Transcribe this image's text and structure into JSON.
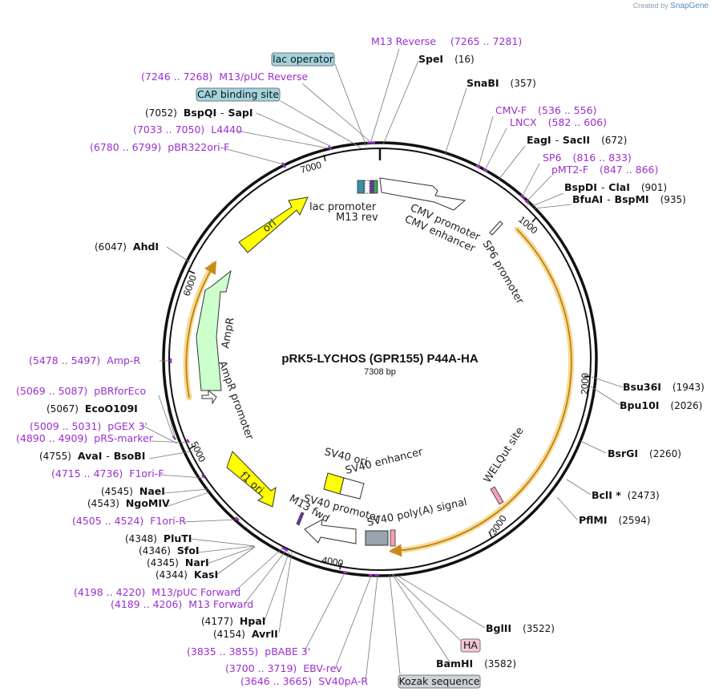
{
  "brand": {
    "prefix": "Created by",
    "name": "SnapGene"
  },
  "plasmid": {
    "name": "pRK5-LYCHOS (GPR155) P44A-HA",
    "size_label": "7308 bp"
  },
  "ruler": [
    "1000",
    "2000",
    "3000",
    "4000",
    "5000",
    "6000",
    "7000"
  ],
  "features": {
    "lac_promoter": "lac promoter",
    "m13_rev": "M13 rev",
    "cmv_promoter": "CMV promoter",
    "cmv_enhancer": "CMV enhancer",
    "sp6_promoter": "SP6 promoter",
    "welqut": "WELQut site",
    "sv40_polya": "SV40 poly(A) signal",
    "sv40_promoter": "SV40 promoter",
    "m13_fwd": "M13 fwd",
    "sv40_ori": "SV40 ori",
    "sv40_enhancer": "SV40 enhancer",
    "f1_ori": "f1 ori",
    "ori": "ori",
    "ampr": "AmpR",
    "ampr_promoter": "AmpR promoter"
  },
  "sites": [
    {
      "name": "SpeI",
      "pos": "(16)"
    },
    {
      "name": "SnaBI",
      "pos": "(357)"
    },
    {
      "name": "EagI",
      "sep": "-",
      "name2": "SacII",
      "pos": "(672)"
    },
    {
      "name": "BspDI",
      "sep": "-",
      "name2": "ClaI",
      "pos": "(901)"
    },
    {
      "name": "BfuAI",
      "sep": "-",
      "name2": "BspMI",
      "pos": "(935)"
    },
    {
      "name": "Bsu36I",
      "pos": "(1943)"
    },
    {
      "name": "Bpu10I",
      "pos": "(2026)"
    },
    {
      "name": "BsrGI",
      "pos": "(2260)"
    },
    {
      "name": "BclI *",
      "pos": "(2473)"
    },
    {
      "name": "PflMI",
      "pos": "(2594)"
    },
    {
      "name": "BglII",
      "pos": "(3522)"
    },
    {
      "name": "BamHI",
      "pos": "(3582)"
    },
    {
      "name": "AvrII",
      "pos": "(4154)"
    },
    {
      "name": "HpaI",
      "pos": "(4177)"
    },
    {
      "name": "KasI",
      "pos": "(4344)"
    },
    {
      "name": "NarI",
      "pos": "(4345)"
    },
    {
      "name": "SfoI",
      "pos": "(4346)"
    },
    {
      "name": "PluTI",
      "pos": "(4348)"
    },
    {
      "name": "NgoMIV",
      "pos": "(4543)"
    },
    {
      "name": "NaeI",
      "pos": "(4545)"
    },
    {
      "name": "AvaI",
      "sep": "-",
      "name2": "BsoBI",
      "pos": "(4755)"
    },
    {
      "name": "EcoO109I",
      "pos": "(5067)"
    },
    {
      "name": "AhdI",
      "pos": "(6047)"
    },
    {
      "name": "BspQI",
      "sep": "-",
      "name2": "SapI",
      "pos": "(7052)"
    }
  ],
  "primers": [
    {
      "name": "M13 Reverse",
      "range": "(7265 .. 7281)"
    },
    {
      "name": "M13/pUC Reverse",
      "range": "(7246 .. 7268)"
    },
    {
      "name": "L4440",
      "range": "(7033 .. 7050)"
    },
    {
      "name": "pBR322ori-F",
      "range": "(6780 .. 6799)"
    },
    {
      "name": "CMV-F",
      "range": "(536 .. 556)"
    },
    {
      "name": "LNCX",
      "range": "(582 .. 606)"
    },
    {
      "name": "SP6",
      "range": "(816 .. 833)"
    },
    {
      "name": "pMT2-F",
      "range": "(847 .. 866)"
    },
    {
      "name": "Amp-R",
      "range": "(5478 .. 5497)"
    },
    {
      "name": "pBRforEco",
      "range": "(5069 .. 5087)"
    },
    {
      "name": "pGEX 3'",
      "range": "(5009 .. 5031)"
    },
    {
      "name": "pRS-marker",
      "range": "(4890 .. 4909)"
    },
    {
      "name": "F1ori-F",
      "range": "(4715 .. 4736)"
    },
    {
      "name": "F1ori-R",
      "range": "(4505 .. 4524)"
    },
    {
      "name": "M13/pUC Forward",
      "range": "(4198 .. 4220)"
    },
    {
      "name": "M13 Forward",
      "range": "(4189 .. 4206)"
    },
    {
      "name": "pBABE 3'",
      "range": "(3835 .. 3855)"
    },
    {
      "name": "EBV-rev",
      "range": "(3700 .. 3719)"
    },
    {
      "name": "SV40pA-R",
      "range": "(3646 .. 3665)"
    }
  ],
  "boxed": {
    "lac_operator": "lac operator",
    "cap_site": "CAP binding site",
    "ha": "HA",
    "kozak": "Kozak sequence"
  },
  "colors": {
    "ori": "#ffff00",
    "ampr": "#ccffcc",
    "primer": "#9b2fce",
    "orf_outline": "#f2c86a",
    "orf_arrow": "#c98a1a",
    "lac_operator": "#a3d4e0",
    "ha": "#f4c6d4",
    "kozak": "#cfd3d8"
  }
}
